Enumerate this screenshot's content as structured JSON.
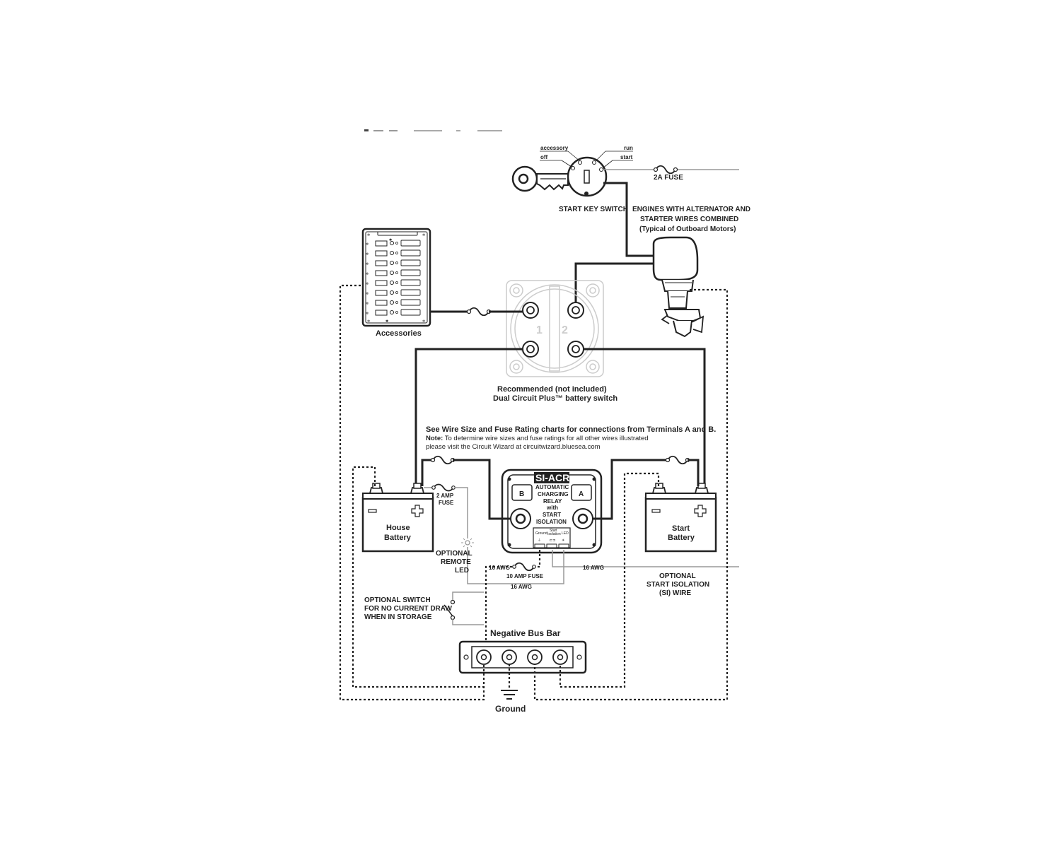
{
  "labels": {
    "key_accessory": "accessory",
    "key_off": "off",
    "key_run": "run",
    "key_start": "start",
    "fuse_2a": "2A FUSE",
    "start_key_switch": "START KEY SWITCH",
    "engines_line1": "ENGINES WITH ALTERNATOR AND",
    "engines_line2": "STARTER WIRES COMBINED",
    "engines_line3": "(Typical of Outboard Motors)",
    "accessories": "Accessories",
    "switch_pos1": "1",
    "switch_pos2": "2",
    "switch_line1": "Recommended (not included)",
    "switch_line2": "Dual Circuit Plus™ battery switch",
    "wire_note_line1": "See Wire Size and Fuse Rating charts for connections from Terminals A and B.",
    "wire_note_line2_bold": "Note:",
    "wire_note_line2": " To determine wire sizes and fuse ratings for all other wires illustrated",
    "wire_note_line3": "please visit the Circuit Wizard at circuitwizard.bluesea.com",
    "acr_title": "SI-ACR",
    "acr_line1": "AUTOMATIC",
    "acr_line2": "CHARGING",
    "acr_line3": "RELAY",
    "acr_line4": "with",
    "acr_line5": "START",
    "acr_line6": "ISOLATION",
    "acr_term_b": "B",
    "acr_term_a": "A",
    "acr_pin_ground": "Ground",
    "acr_pin_start1": "Start",
    "acr_pin_start2": "Isolation",
    "acr_pin_led": "LED",
    "house_battery_1": "House",
    "house_battery_2": "Battery",
    "start_battery_1": "Start",
    "start_battery_2": "Battery",
    "amp_fuse_1": "2 AMP",
    "amp_fuse_2": "FUSE",
    "remote_led_1": "OPTIONAL",
    "remote_led_2": "REMOTE",
    "remote_led_3": "LED",
    "awg_16_a": "16 AWG",
    "fuse_10a": "10 AMP FUSE",
    "awg_16_b": "16 AWG",
    "awg_16_c": "16 AWG",
    "si_wire_1": "OPTIONAL",
    "si_wire_2": "START ISOLATION",
    "si_wire_3": "(SI) WIRE",
    "opt_switch_1": "OPTIONAL SWITCH",
    "opt_switch_2": "FOR NO CURRENT DRAW",
    "opt_switch_3": "WHEN IN STORAGE",
    "neg_bus_bar": "Negative Bus Bar",
    "ground": "Ground"
  },
  "colors": {
    "ink": "#222222",
    "ghost": "#cccccc",
    "thin_wire": "#999999",
    "background": "#ffffff"
  }
}
